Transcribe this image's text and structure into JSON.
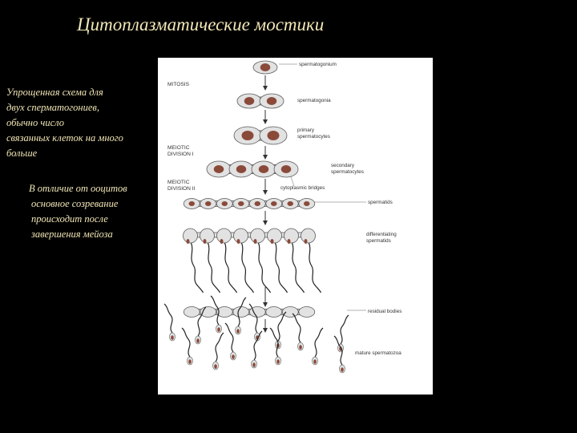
{
  "slide": {
    "title": "Цитоплазматические мостики",
    "note1_lines": [
      "Упрощенная схема для",
      "двух сперматогониев,",
      "обычно число",
      "связанных клеток на много",
      "больше"
    ],
    "note2_lines": [
      "В отличие от ооцитов",
      "основное созревание",
      "происходит  после",
      "завершения мейоза"
    ]
  },
  "diagram": {
    "stages": {
      "mitosis": "MITOSIS",
      "meiosis1_line1": "MEIOTIC",
      "meiosis1_line2": "DIVISION I",
      "meiosis2_line1": "MEIOTIC",
      "meiosis2_line2": "DIVISION II"
    },
    "labels": {
      "spermatogonium": "spermatogonium",
      "spermatogonia": "spermatogonia",
      "primary1": "primary",
      "primary2": "spermatocytes",
      "secondary1": "secondary",
      "secondary2": "spermatocytes",
      "bridges": "cytoplasmic bridges",
      "spermatids": "spermatids",
      "diff1": "differentiating",
      "diff2": "spermatids",
      "residual": "residual bodies",
      "mature": "mature spermatozoa"
    },
    "colors": {
      "cell_fill": "#e2e2e2",
      "cell_stroke": "#5a5a5a",
      "nucleus": "#8a4a3a",
      "arrow": "#333333",
      "tail": "#222222"
    }
  }
}
